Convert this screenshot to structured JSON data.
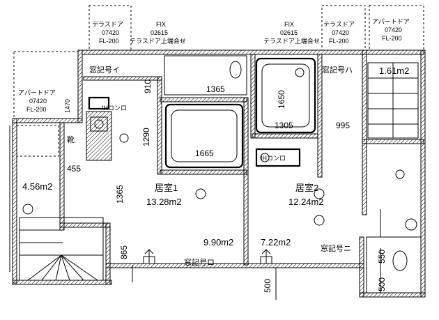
{
  "doors": {
    "terrace_left": [
      "テラスドア",
      "07420",
      "FL-200"
    ],
    "terrace_right": [
      "テラスドア",
      "07420",
      "FL-200"
    ],
    "apart_top_right": [
      "アパートドア",
      "07420",
      "FL-200"
    ],
    "apart_left": [
      "アパートドア",
      "07420",
      "FL-200"
    ]
  },
  "fix": {
    "left": [
      "FIX",
      "02615",
      "テラスドア上端合せ"
    ],
    "right": [
      "FIX",
      "02615",
      "テラスドア上端合せ"
    ]
  },
  "labels": {
    "window_i": "窓記号イ",
    "window_ha": "窓記号ハ",
    "window_ro": "窓記号ロ",
    "window_ni": "窓記号ニ",
    "ih_left": "IHコンロ",
    "ih_right": "IHコンロ",
    "shoe_left": "靴",
    "room1_name": "居室1",
    "room1_area": "13.28m2",
    "room2_name": "居室2",
    "room2_area": "12.24m2",
    "area_left": "4.56m2",
    "area_top_right": "1.61m2",
    "area_mid1": "9.90m2",
    "area_mid2": "7.22m2"
  },
  "dimensions": {
    "d910": "910",
    "d1365_top": "1365",
    "d1650": "1650",
    "d1305": "1305",
    "d995": "995",
    "d1290": "1290",
    "d1665": "1665",
    "d1365_left": "1365",
    "d455": "455",
    "d865": "865",
    "d500_left": "500",
    "d500_right": "500",
    "d550": "550",
    "d1470": "1470"
  }
}
